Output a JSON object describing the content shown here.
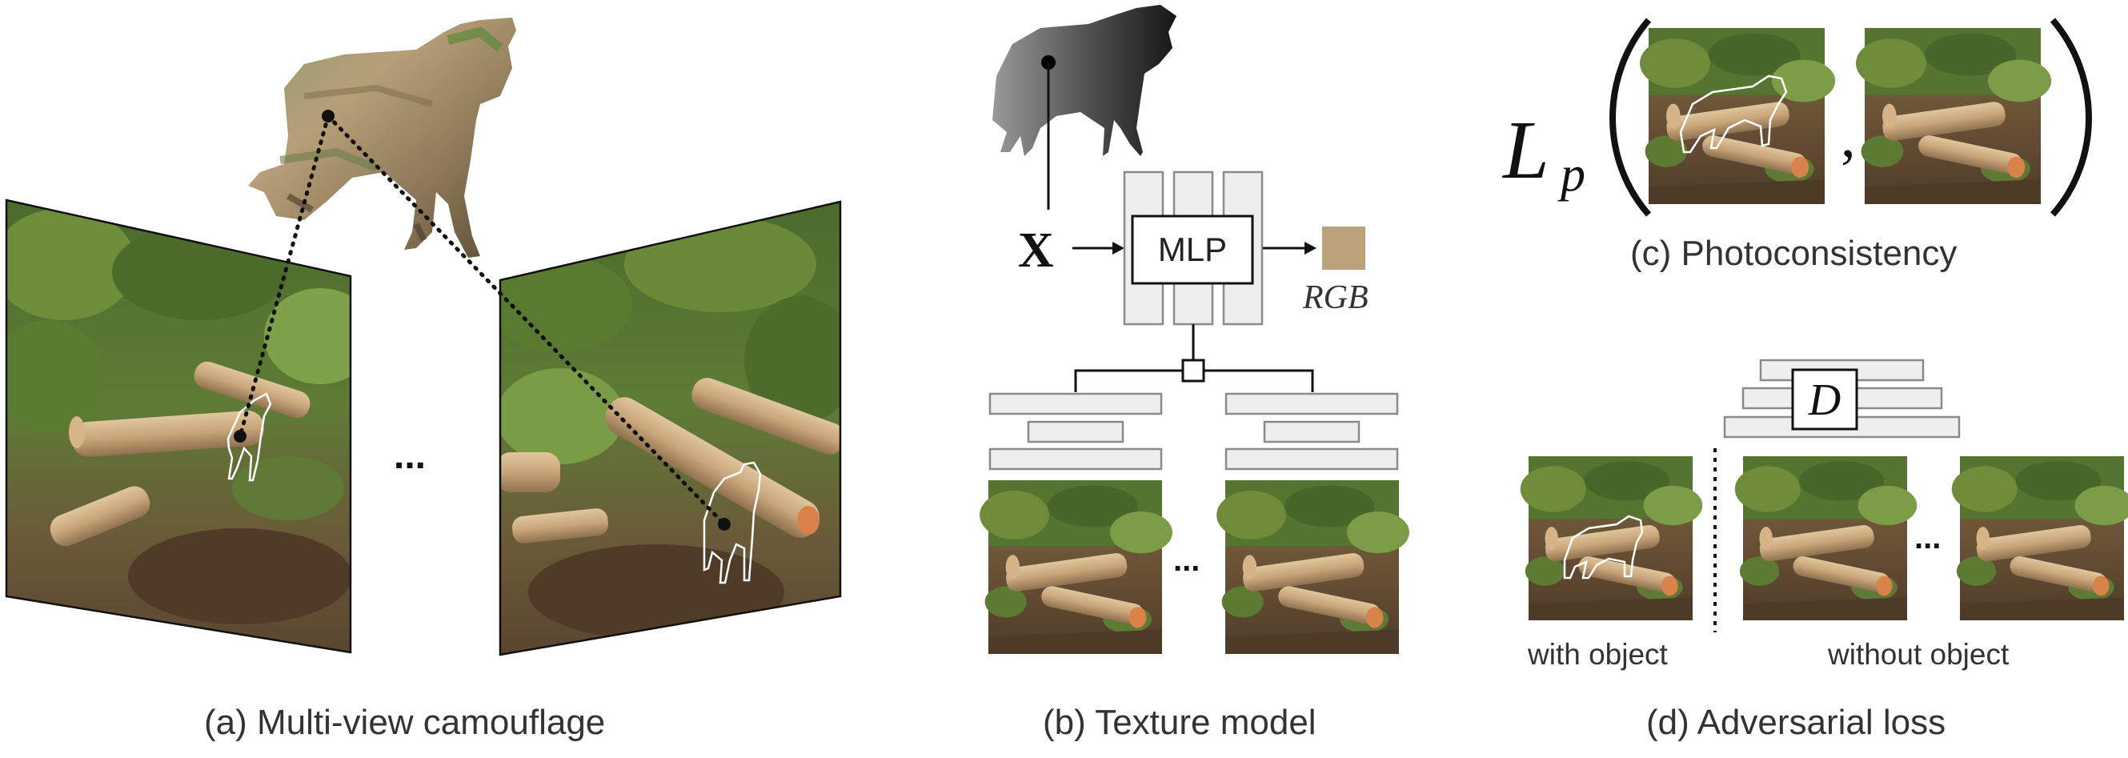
{
  "captions": {
    "a": "(a) Multi-view camouflage",
    "b": "(b) Texture model",
    "c": "(c) Photoconsistency",
    "d": "(d) Adversarial loss"
  },
  "texture_model": {
    "input_symbol": "X",
    "network_label": "MLP",
    "output_label": "RGB",
    "output_color": "#bba27a",
    "ellipsis": "..."
  },
  "photoconsistency": {
    "loss_symbol": "L",
    "loss_subscript": "p",
    "separator": ","
  },
  "adversarial": {
    "discriminator_label": "D",
    "with_object_label": "with object",
    "without_object_label": "without object",
    "ellipsis": "..."
  },
  "multiview": {
    "ellipsis": "..."
  },
  "colors": {
    "foliage_dark": "#3f5a26",
    "foliage_light": "#7a9a45",
    "ground": "#6b5236",
    "log": "#c9a57a",
    "log_cut": "#d9824a",
    "wolf_texture": "#a08a5e",
    "wolf_silhouette": "#2e2e2e",
    "layer_fill": "#eeeeee",
    "layer_stroke": "#8a8a8a"
  }
}
